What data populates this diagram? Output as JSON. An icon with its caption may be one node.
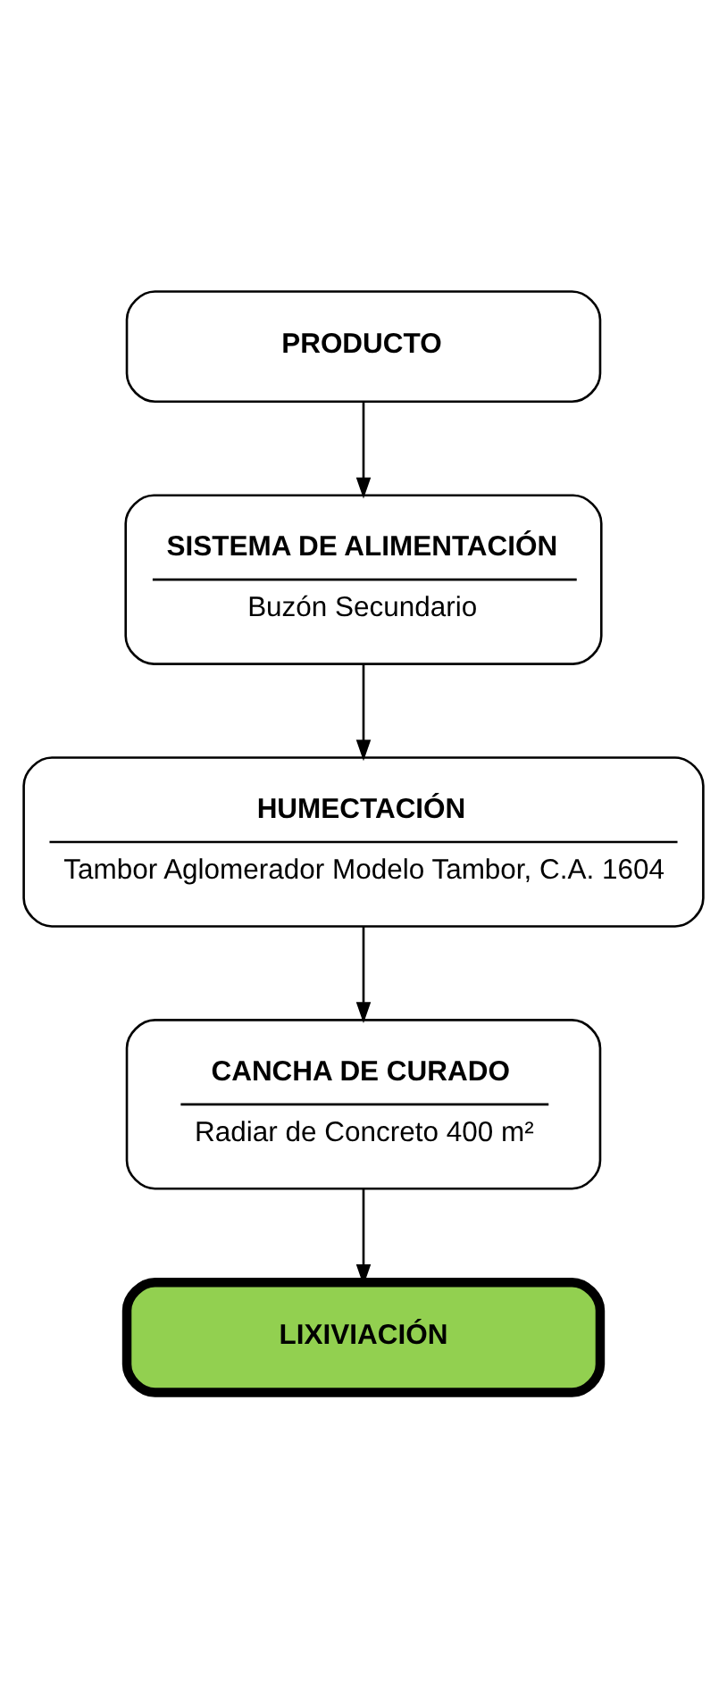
{
  "diagram": {
    "nodes": [
      {
        "text": [
          "PRODUCTO"
        ]
      },
      {
        "text": [
          "SISTEMA DE ALIMENTACIÓN",
          "Buzón Secundario"
        ]
      },
      {
        "text": [
          "HUMECTACIÓN",
          "Tambor Aglomerador Modelo Tambor, C.A. 1604"
        ]
      },
      {
        "text": [
          "CANCHA DE CURADO",
          "Radiar de Concreto 400 m²"
        ]
      },
      {
        "text": [
          "LIXIVIACIÓN"
        ]
      }
    ],
    "edges": [
      {
        "from": 0,
        "to": 1,
        "arrow": "to"
      },
      {
        "from": 1,
        "to": 2,
        "arrow": "to"
      },
      {
        "from": 2,
        "to": 3,
        "arrow": "to"
      },
      {
        "from": 3,
        "to": 4,
        "arrow": "to"
      }
    ]
  }
}
